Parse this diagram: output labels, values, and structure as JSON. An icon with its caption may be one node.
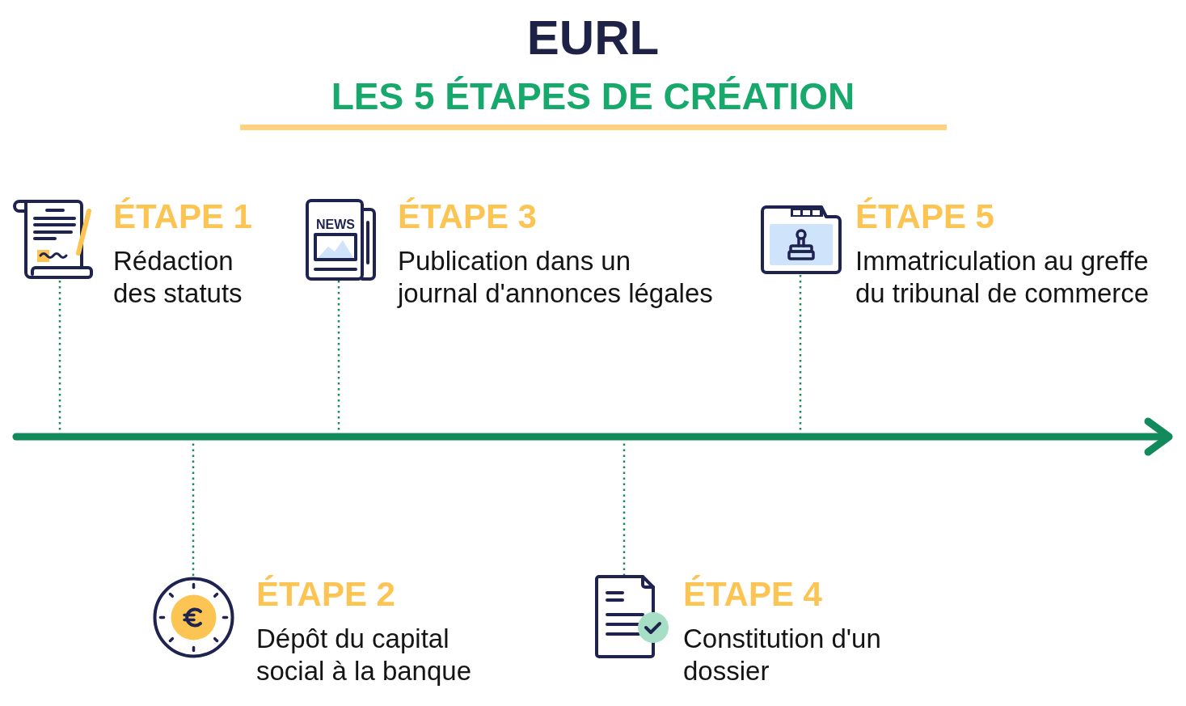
{
  "diagram": {
    "title": "EURL",
    "nodes": [
      {
        "text": [
          "ÉTAPE 1",
          "Rédaction des statuts"
        ]
      },
      {
        "text": [
          "ÉTAPE 2",
          "Dépôt du capital social à la banque"
        ]
      },
      {
        "text": [
          "ÉTAPE 3",
          "Publication dans un journal d'annonces légales"
        ]
      },
      {
        "text": [
          "ÉTAPE 4",
          "Constitution d'un dossier"
        ]
      },
      {
        "text": [
          "ÉTAPE 5",
          "Immatriculation au greffe du tribunal de commerce"
        ]
      }
    ],
    "edges": [
      {
        "from": 0,
        "to": null,
        "arrow": "none",
        "style": "dashed"
      },
      {
        "from": 1,
        "to": null,
        "arrow": "none",
        "style": "dashed"
      },
      {
        "from": 2,
        "to": null,
        "arrow": "none",
        "style": "dashed"
      },
      {
        "from": 3,
        "to": null,
        "arrow": "none",
        "style": "dashed"
      },
      {
        "from": 4,
        "to": null,
        "arrow": "none",
        "style": "dashed"
      }
    ],
    "labels": [
      "LES 5 ÉTAPES DE CRÉATION",
      "NEWS"
    ]
  }
}
